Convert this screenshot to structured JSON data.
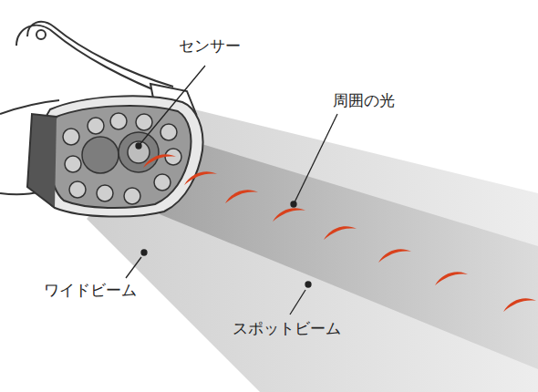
{
  "diagram": {
    "labels": [
      "センサー",
      "周囲の光",
      "ワイドビーム",
      "スポットビーム"
    ]
  }
}
